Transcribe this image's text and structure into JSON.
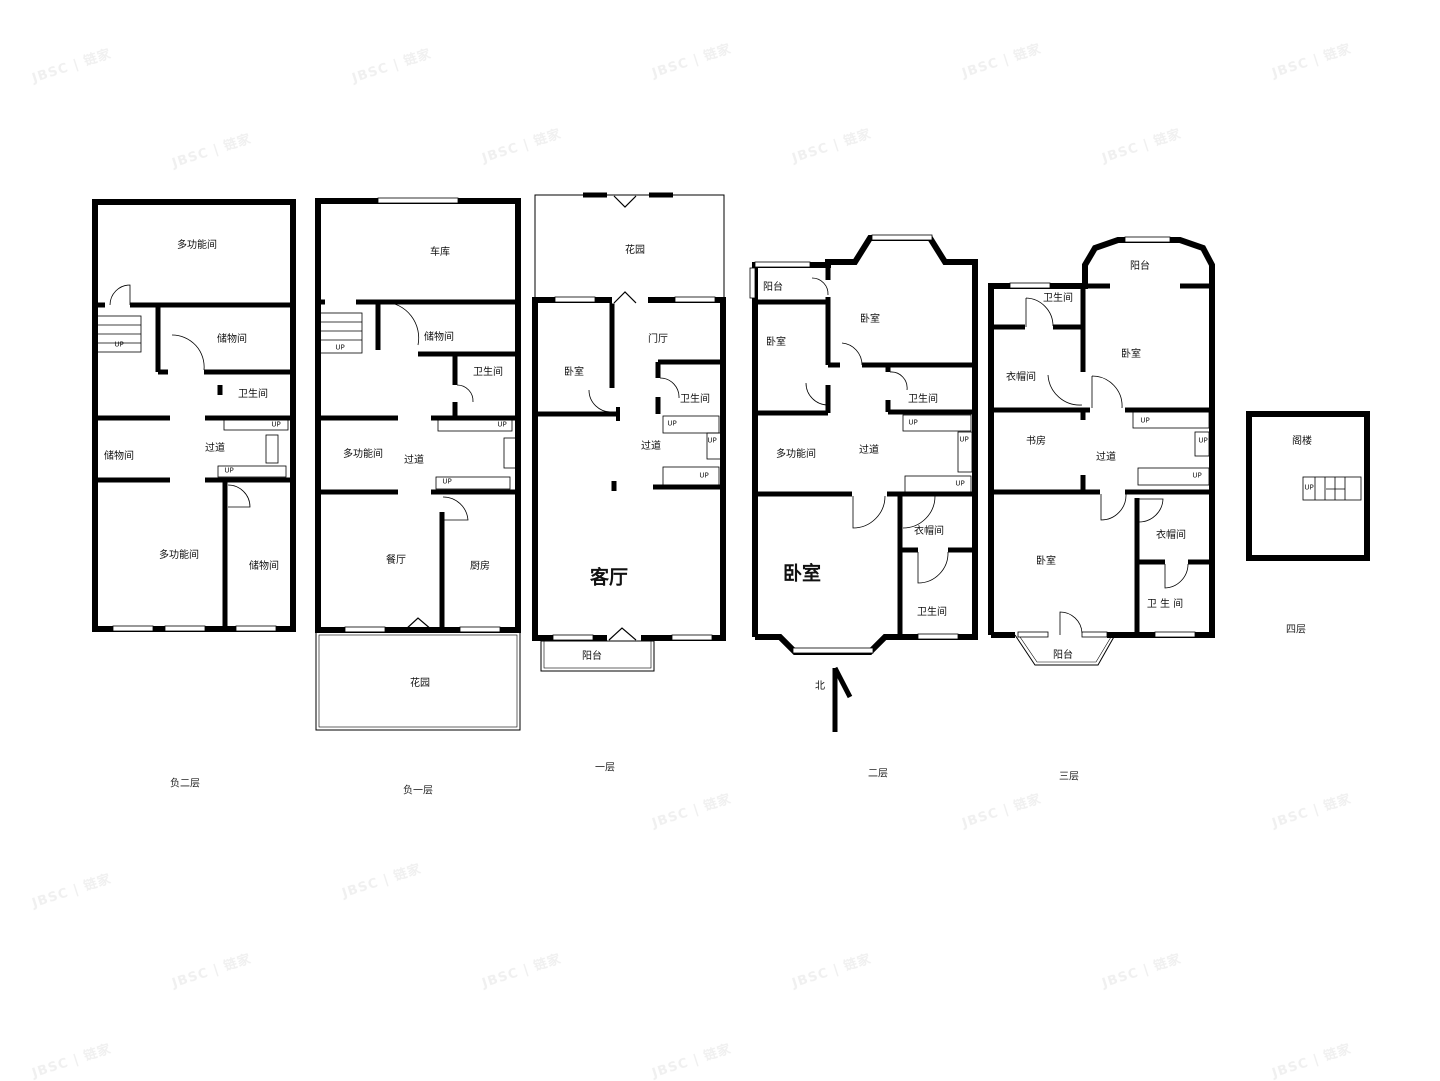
{
  "watermark": "JBSC | 链家",
  "compass": {
    "label": "北"
  },
  "floors": [
    {
      "id": "b2",
      "label": "负二层",
      "rooms": [
        "多功能间",
        "储物间",
        "卫生间",
        "储物间",
        "过道",
        "多功能间",
        "储物间"
      ]
    },
    {
      "id": "b1",
      "label": "负一层",
      "rooms": [
        "车库",
        "储物间",
        "卫生间",
        "多功能间",
        "过道",
        "餐厅",
        "厨房",
        "花园"
      ]
    },
    {
      "id": "f1",
      "label": "一层",
      "rooms": [
        "花园",
        "门厅",
        "卧室",
        "卫生间",
        "过道",
        "客厅",
        "阳台"
      ]
    },
    {
      "id": "f2",
      "label": "二层",
      "rooms": [
        "阳台",
        "卧室",
        "卧室",
        "卫生间",
        "多功能间",
        "过道",
        "衣帽间",
        "卧室",
        "卫生间"
      ]
    },
    {
      "id": "f3",
      "label": "三层",
      "rooms": [
        "阳台",
        "卫生间",
        "卧室",
        "衣帽间",
        "书房",
        "过道",
        "衣帽间",
        "卧室",
        "卫 生 间",
        "阳台"
      ]
    },
    {
      "id": "f4",
      "label": "四层",
      "rooms": [
        "阁楼"
      ]
    }
  ],
  "stairs": {
    "up_label": "UP"
  }
}
